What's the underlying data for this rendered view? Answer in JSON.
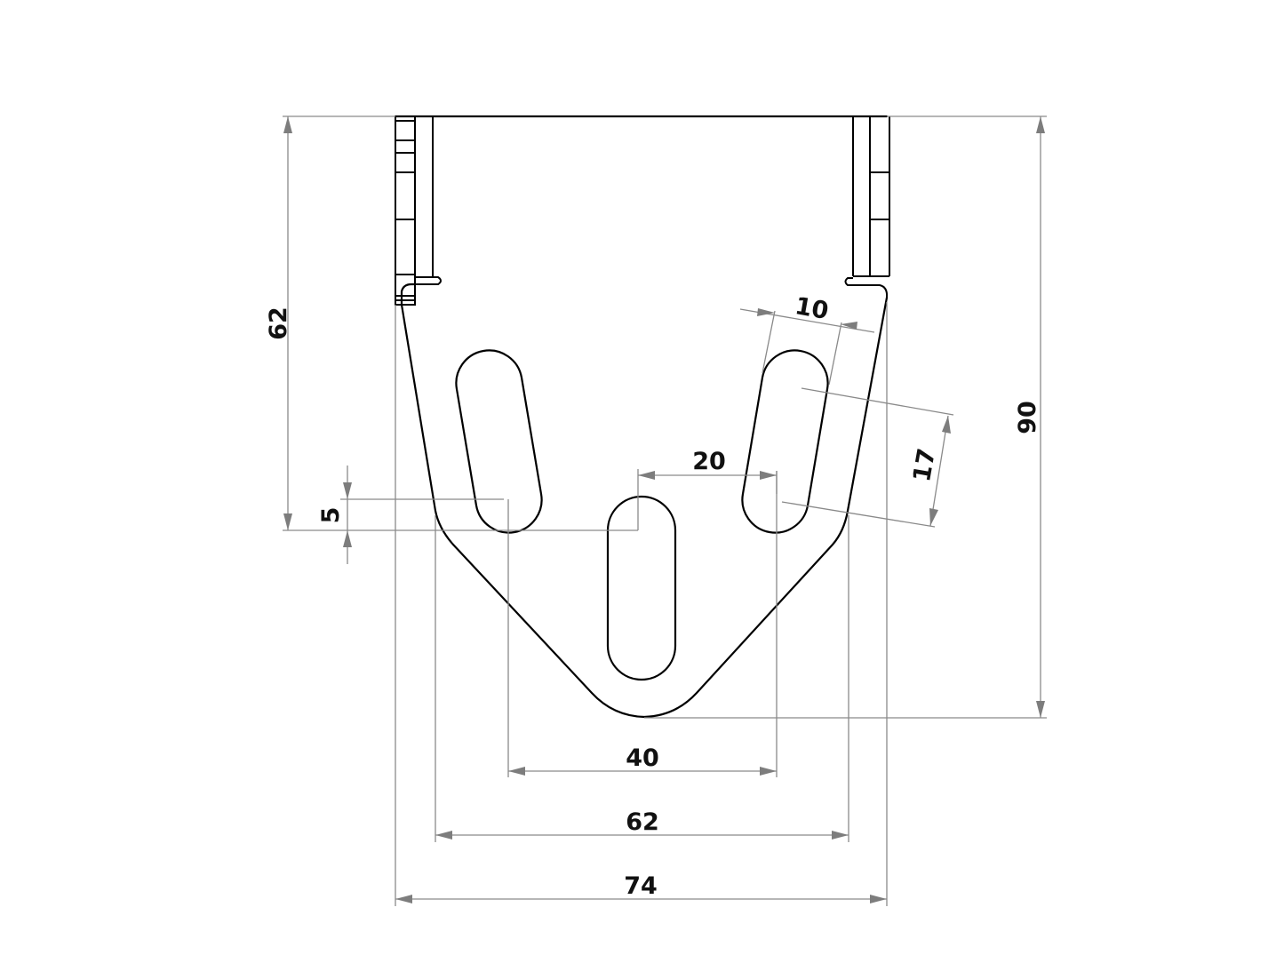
{
  "drawing": {
    "type": "technical-drawing",
    "units": "mm",
    "colors": {
      "part_outline": "#000000",
      "dimension_lines": "#8a8a8a",
      "background": "#ffffff"
    },
    "dimensions": {
      "height_to_slot_centers": "62",
      "overall_height": "90",
      "slot_offset": "5",
      "slot_width": "10",
      "slot_length": "17",
      "slot_spacing": "20",
      "outer_slot_spacing": "40",
      "waist_width": "62",
      "overall_width": "74"
    }
  }
}
